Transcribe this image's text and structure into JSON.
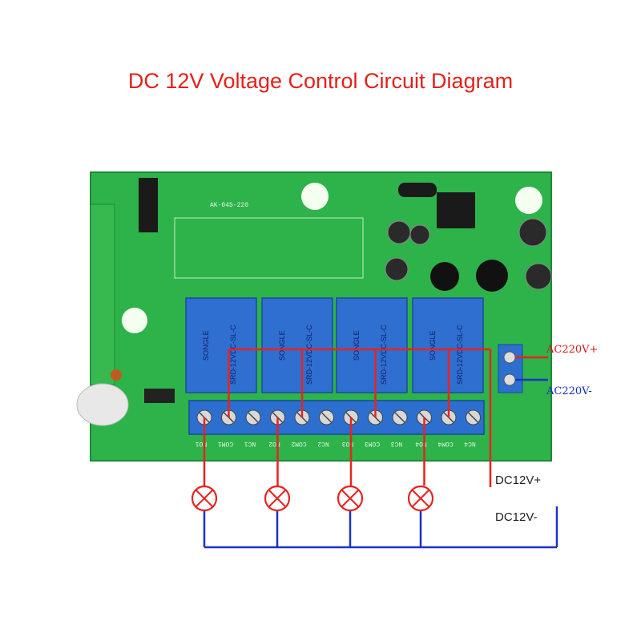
{
  "title": "DC 12V Voltage Control Circuit Diagram",
  "board": {
    "model_label": "AK-04S-220",
    "relays": [
      {
        "model": "SRD-12VDC-SL-C",
        "brand": "SONGLE"
      },
      {
        "model": "SRD-12VDC-SL-C",
        "brand": "SONGLE"
      },
      {
        "model": "SRD-12VDC-SL-C",
        "brand": "SONGLE"
      },
      {
        "model": "SRD-12VDC-SL-C",
        "brand": "SONGLE"
      }
    ],
    "terminal_labels": [
      "NO1",
      "COM1",
      "NC1",
      "NO2",
      "COM2",
      "NC2",
      "NO3",
      "COM3",
      "NC3",
      "NO4",
      "COM4",
      "NC4"
    ]
  },
  "labels": {
    "ac_plus": "AC220V+",
    "ac_minus": "AC220V-",
    "dc_plus": "DC12V+",
    "dc_minus": "DC12V-"
  },
  "colors": {
    "title": "#e3201b",
    "positive_wire": "#e8231f",
    "negative_wire": "#1a33c8",
    "pcb": "#2db34a",
    "relay": "#2f6fd0"
  },
  "lamps": {
    "count": 4,
    "icon": "lamp-icon"
  }
}
